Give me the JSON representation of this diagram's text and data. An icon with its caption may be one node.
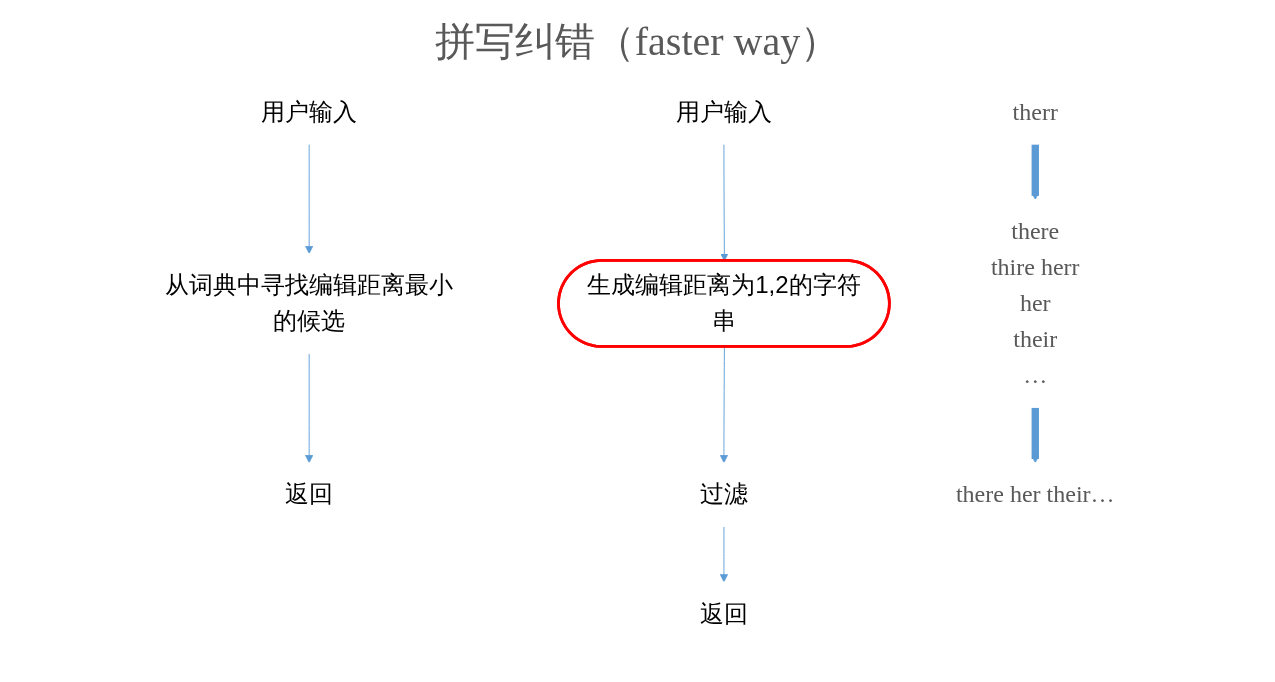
{
  "diagram": {
    "title": "拼写纠错（faster way）",
    "nodes": [
      {
        "text": [
          "用户输入"
        ]
      },
      {
        "text": [
          "从词典中寻找编辑距离最小的候选"
        ]
      },
      {
        "text": [
          "返回"
        ]
      },
      {
        "text": [
          "用户输入"
        ]
      },
      {
        "text": [
          "生成编辑距离为1,2的字符串"
        ]
      },
      {
        "text": [
          "过滤"
        ]
      },
      {
        "text": [
          "返回"
        ]
      },
      {
        "text": [
          "therr"
        ]
      },
      {
        "text": [
          "there",
          "thire herr",
          "her",
          "their",
          "…"
        ]
      },
      {
        "text": [
          "there her their…"
        ]
      }
    ],
    "edges": [
      {
        "from": 0,
        "to": 1,
        "arrow": "to"
      },
      {
        "from": 1,
        "to": 2,
        "arrow": "to"
      },
      {
        "from": 3,
        "to": 4,
        "arrow": "to"
      },
      {
        "from": 4,
        "to": 5,
        "arrow": "to"
      },
      {
        "from": 5,
        "to": 6,
        "arrow": "to"
      },
      {
        "from": 7,
        "to": 8,
        "arrow": "to",
        "style": "thick"
      },
      {
        "from": 8,
        "to": 9,
        "arrow": "to",
        "style": "thick"
      }
    ]
  }
}
